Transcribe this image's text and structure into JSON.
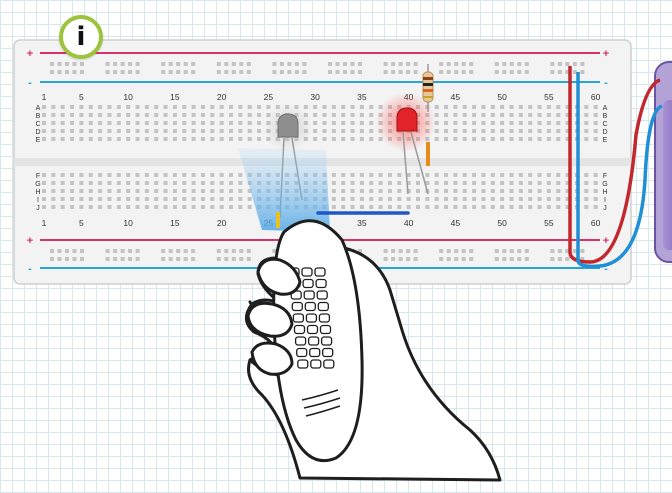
{
  "info_badge": {
    "label": "i",
    "accent": "#9cc33b"
  },
  "rail": {
    "plus": "+",
    "minus": "-"
  },
  "column_numbers": [
    "1",
    "5",
    "10",
    "15",
    "20",
    "25",
    "30",
    "35",
    "40",
    "45",
    "50",
    "55",
    "60"
  ],
  "row_letters_top": [
    "A",
    "B",
    "C",
    "D",
    "E"
  ],
  "row_letters_bottom": [
    "F",
    "G",
    "H",
    "I",
    "J"
  ],
  "colors": {
    "positive_rail": "#d6336c",
    "negative_rail": "#27a3d8",
    "board": "#f1f1f1",
    "led_lit": "#e2232a",
    "led_off": "#9a9a9a",
    "ir_beam": "#8fc7ee",
    "battery": "#8a6fc0",
    "jumper_blue": "#1f57c7",
    "wire_red": "#c1272d",
    "wire_blue": "#1f8fd6"
  },
  "icons": {
    "remote": "ir-remote-icon",
    "hand": "hand-icon"
  }
}
